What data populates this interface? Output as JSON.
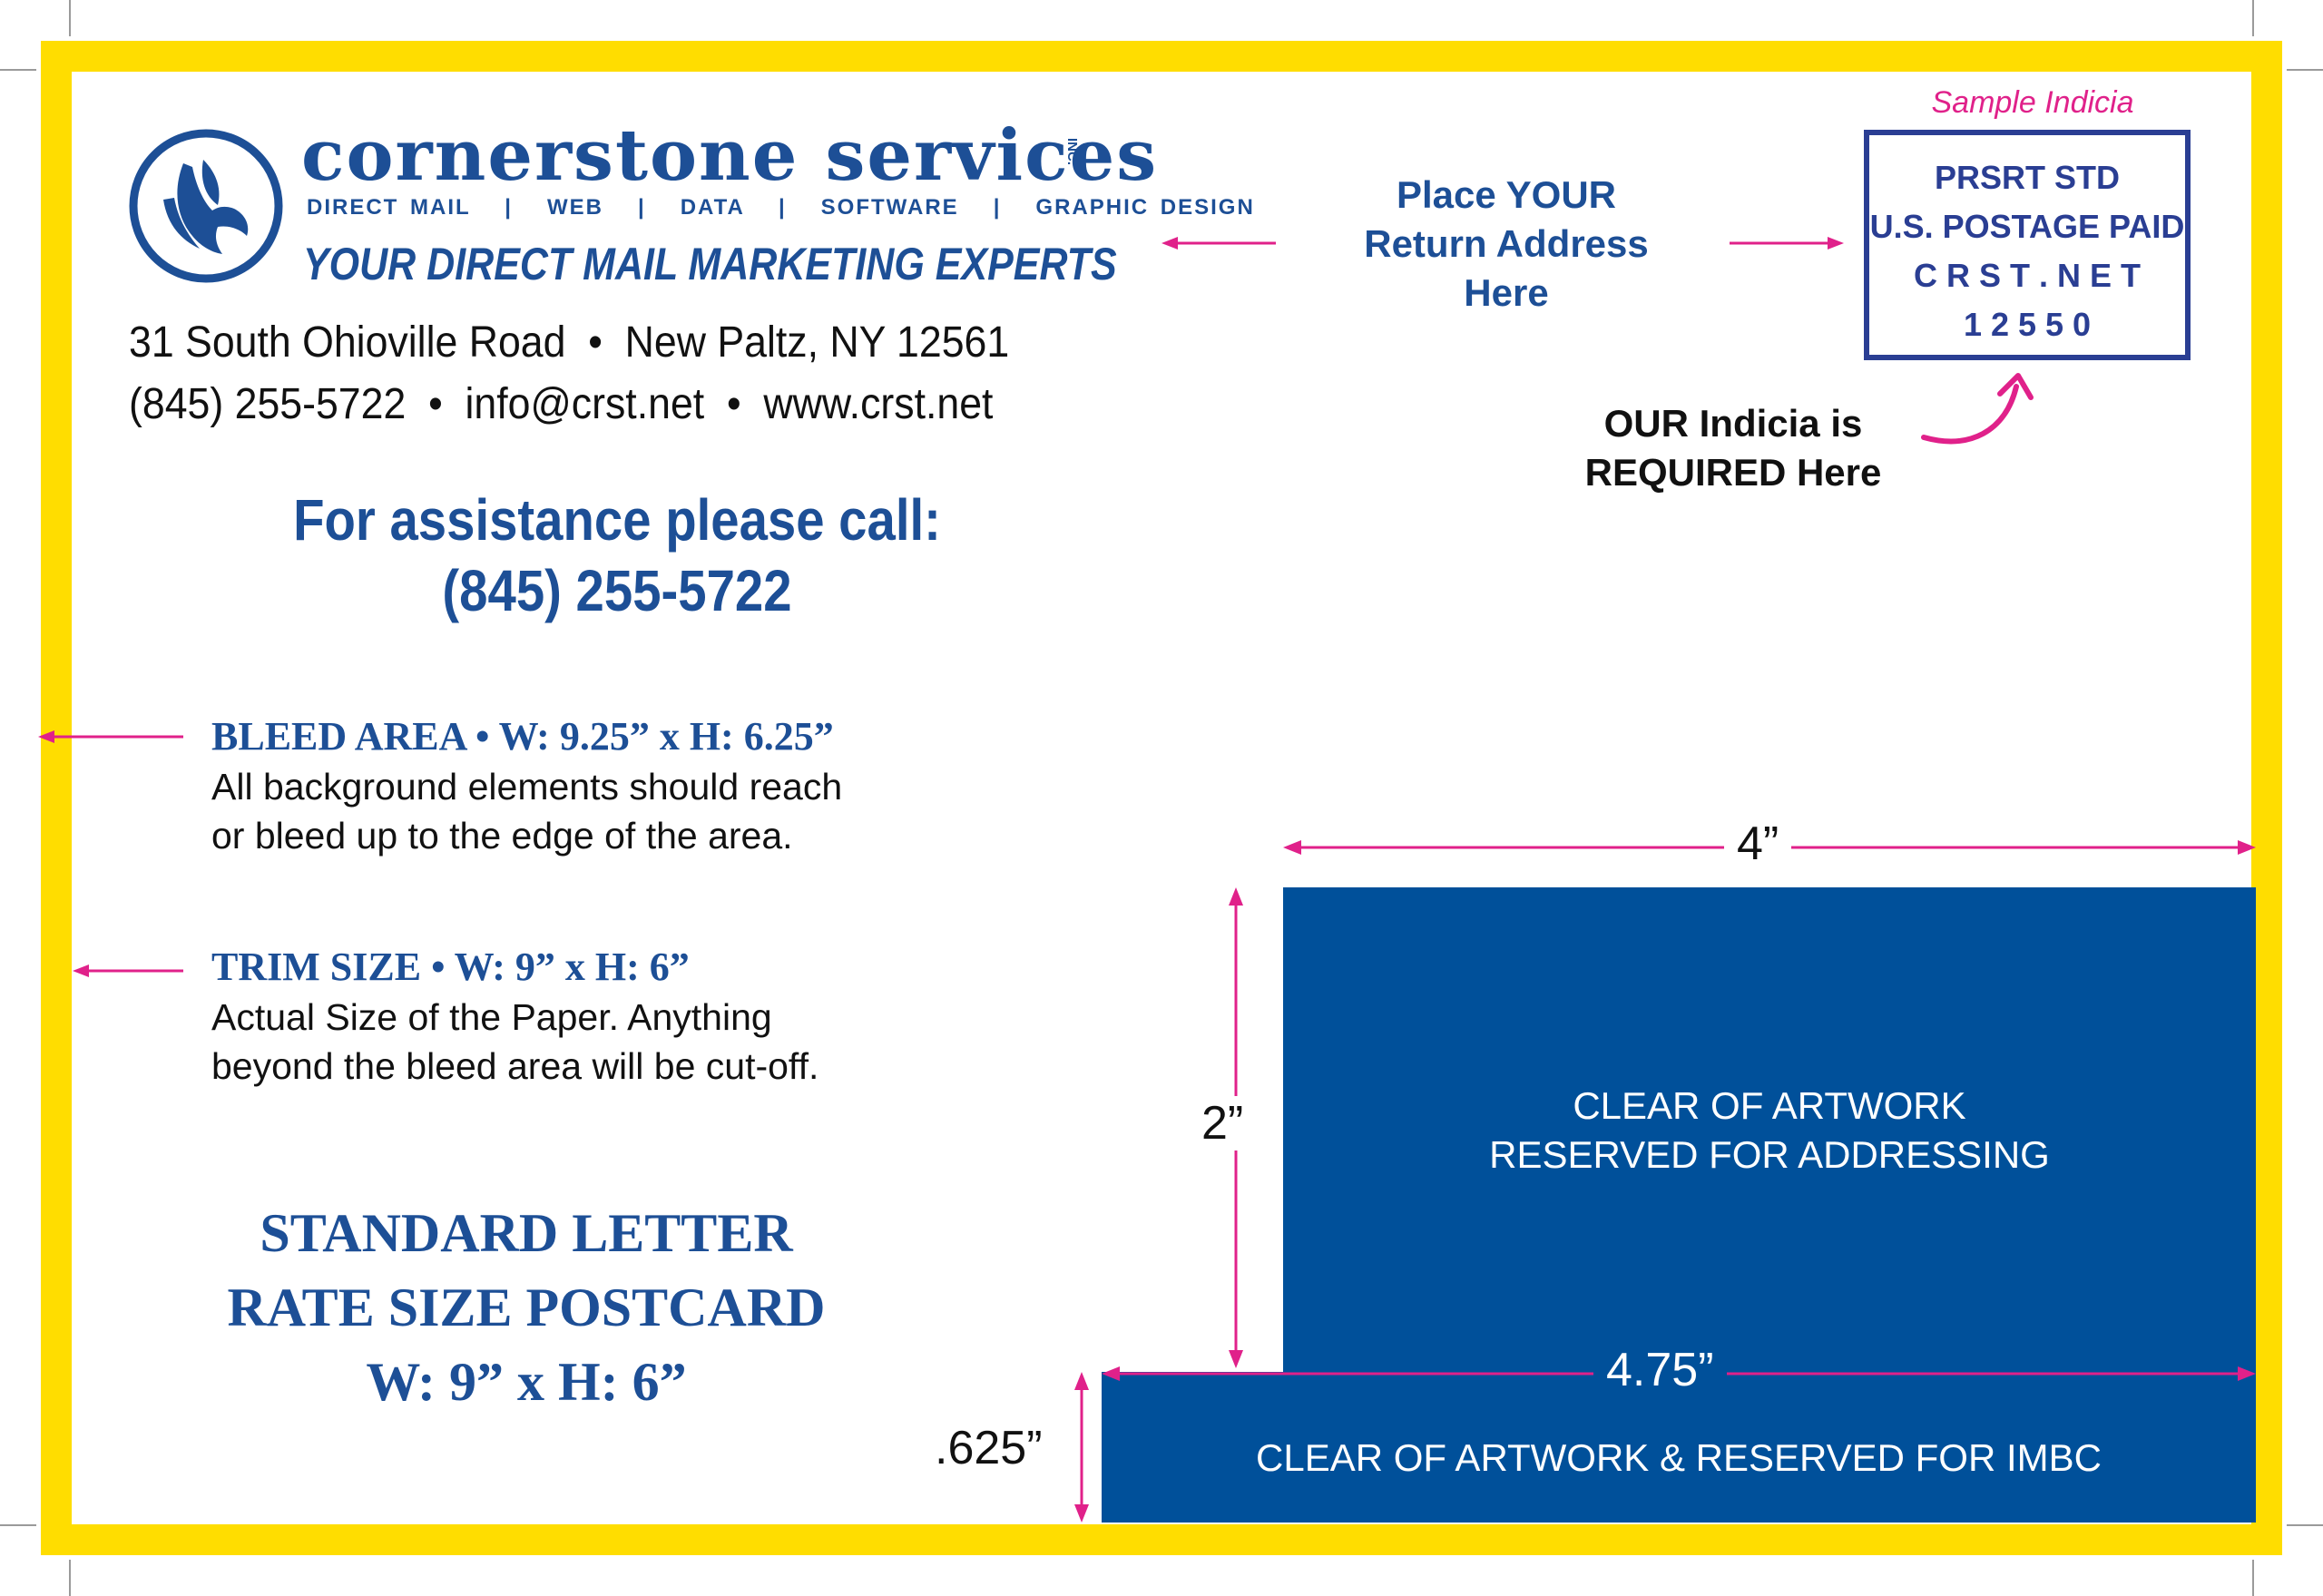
{
  "colors": {
    "brand_blue": "#1D4F96",
    "address_box": "#00509A",
    "frame_yellow": "#FFDD00",
    "arrow_pink": "#E0218A",
    "indicia_blue": "#2A3E93"
  },
  "brand": {
    "name": "cornerstone services",
    "inc": "INC.",
    "services": [
      "DIRECT MAIL",
      "WEB",
      "DATA",
      "SOFTWARE",
      "GRAPHIC DESIGN"
    ],
    "services_separator": "|",
    "tagline": "YOUR DIRECT MAIL MARKETING EXPERTS",
    "logo_icon": "eagle-logo-icon"
  },
  "address": {
    "street": "31 South Ohioville Road",
    "city": "New Paltz, NY 12561",
    "phone": "(845) 255-5722",
    "email": "info@crst.net",
    "web": "www.crst.net",
    "bullet": "•"
  },
  "assistance": {
    "line1": "For assistance please call:",
    "phone": "(845) 255-5722"
  },
  "bleed": {
    "title": "BLEED AREA  •  W: 9.25” x H: 6.25”",
    "line1": "All background elements should reach",
    "line2": "or bleed up to the edge of the area."
  },
  "trim": {
    "title": "TRIM SIZE  •  W: 9” x H: 6”",
    "line1": "Actual Size of the Paper. Anything",
    "line2": "beyond the bleed area will be cut-off."
  },
  "standard": {
    "line1": "STANDARD LETTER",
    "line2": "RATE SIZE POSTCARD",
    "line3": "W: 9” x H: 6”"
  },
  "return_address": {
    "line1": "Place YOUR",
    "line2": "Return Address",
    "line3": "Here"
  },
  "indicia": {
    "sample_label": "Sample Indicia",
    "line1": "PRSRT STD",
    "line2": "U.S. POSTAGE PAID",
    "line3": "C R S T . N E T",
    "line4": "1 2 5 5 0",
    "required_line1": "OUR Indicia is",
    "required_line2": "REQUIRED Here"
  },
  "dimensions": {
    "width_4": "4”",
    "height_2": "2”",
    "width_475": "4.75”",
    "height_625": ".625”"
  },
  "address_zone": {
    "line1": "CLEAR OF ARTWORK",
    "line2": "RESERVED FOR ADDRESSING"
  },
  "imbc_zone": {
    "label": "CLEAR OF ARTWORK & RESERVED FOR IMBC"
  }
}
